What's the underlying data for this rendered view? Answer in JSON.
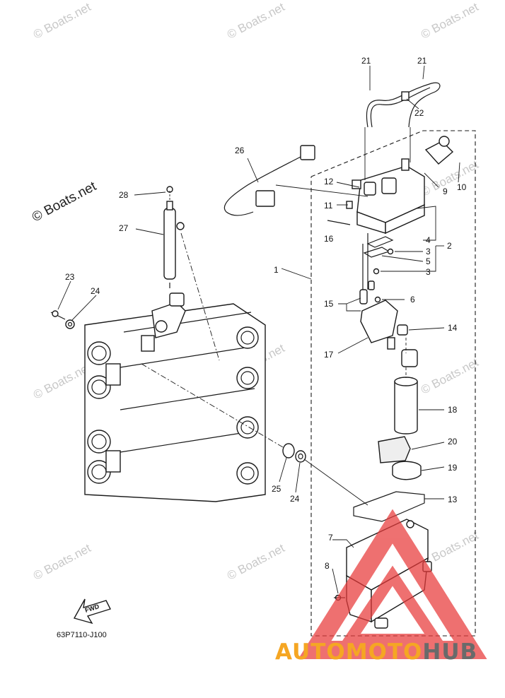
{
  "watermarks": {
    "small_text": "© Boats.net",
    "large_text": "© Boats.net"
  },
  "diagram": {
    "drawing_code": "63P7110-J100",
    "fwd_label": "FWD",
    "callouts": {
      "c1": "1",
      "c2": "2",
      "c3a": "3",
      "c3b": "3",
      "c4": "4",
      "c5": "5",
      "c6": "6",
      "c7": "7",
      "c8": "8",
      "c9": "9",
      "c10": "10",
      "c11": "11",
      "c12": "12",
      "c13": "13",
      "c14": "14",
      "c15": "15",
      "c16": "16",
      "c17": "17",
      "c18": "18",
      "c19": "19",
      "c20": "20",
      "c21a": "21",
      "c21b": "21",
      "c22": "22",
      "c23": "23",
      "c24a": "24",
      "c24b": "24",
      "c25": "25",
      "c26": "26",
      "c27": "27",
      "c28": "28"
    }
  },
  "brand": {
    "part1": "AUTOMOTO",
    "part2": "HUB",
    "colors": {
      "orange": "#f5a623",
      "gray": "#6a6a6a",
      "triangle": "#e83a3a"
    }
  }
}
